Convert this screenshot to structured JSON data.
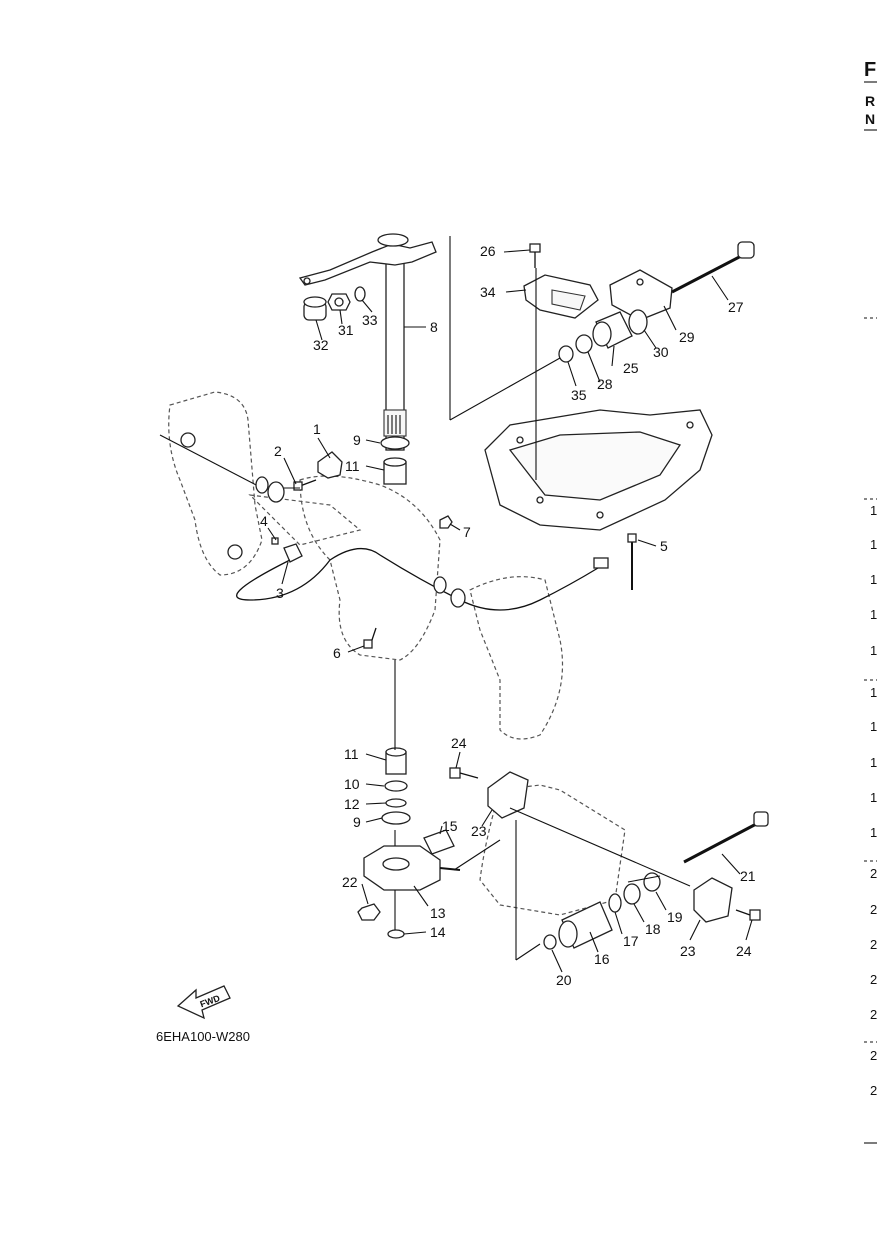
{
  "diagram": {
    "code": "6EHA100-W280",
    "fwd_label": "FWD",
    "callouts": {
      "c1": "1",
      "c2": "2",
      "c3": "3",
      "c4": "4",
      "c5": "5",
      "c6": "6",
      "c7": "7",
      "c8": "8",
      "c9a": "9",
      "c9b": "9",
      "c10": "10",
      "c11a": "11",
      "c11b": "11",
      "c12": "12",
      "c13": "13",
      "c14": "14",
      "c15": "15",
      "c16": "16",
      "c17": "17",
      "c18": "18",
      "c19": "19",
      "c20": "20",
      "c21": "21",
      "c22": "22",
      "c23a": "23",
      "c23b": "23",
      "c24a": "24",
      "c24b": "24",
      "c25": "25",
      "c26": "26",
      "c27": "27",
      "c28": "28",
      "c29": "29",
      "c30": "30",
      "c31": "31",
      "c32": "32",
      "c33": "33",
      "c34": "34",
      "c35": "35"
    }
  },
  "right_edge": {
    "header_f": "F",
    "header_r": "R",
    "header_n": "N",
    "rows": [
      "1",
      "1",
      "1",
      "1",
      "1",
      "1",
      "1",
      "1",
      "1",
      "1",
      "2",
      "2",
      "2",
      "2",
      "2",
      "2",
      "2"
    ]
  }
}
